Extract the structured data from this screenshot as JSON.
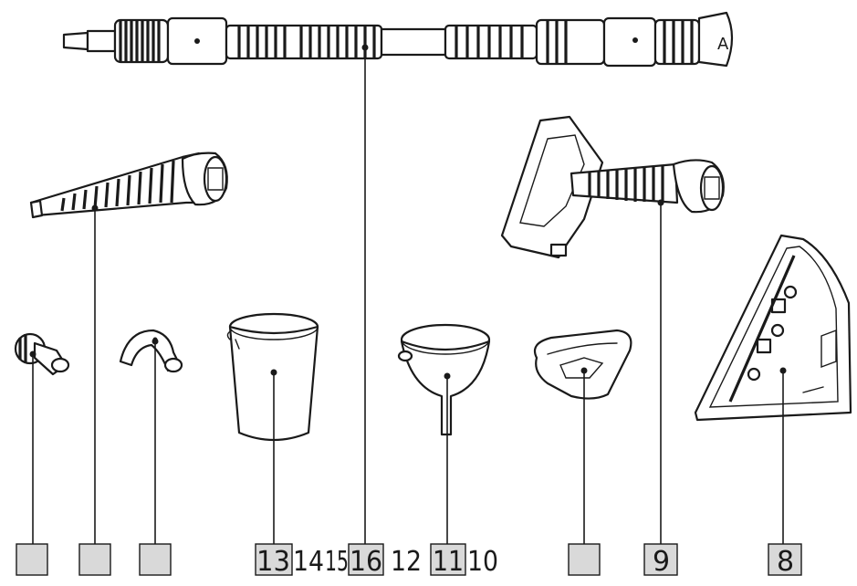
{
  "labels": {
    "l13": "13",
    "l14": "14",
    "l15": "15",
    "l16": "16",
    "l12": "12",
    "l11": "11",
    "l10": "10",
    "l9": "9",
    "l8": "8"
  },
  "hose_letter": "A",
  "colors": {
    "line": "#1a1a1a",
    "label_fill": "#d9d9d9",
    "background": "#ffffff"
  }
}
